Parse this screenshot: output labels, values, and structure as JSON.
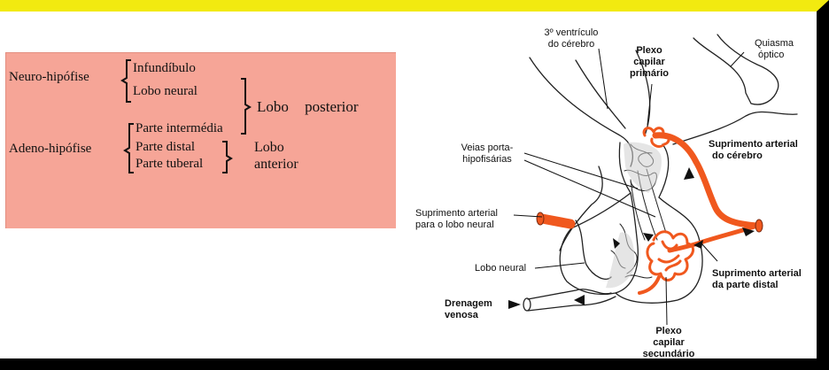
{
  "table": {
    "neuro": "Neuro-hipófise",
    "adeno": "Adeno-hipófise",
    "infundibulo": "Infundíbulo",
    "lobo_neural": "Lobo neural",
    "parte_intermedia": "Parte intermédia",
    "parte_distal": "Parte distal",
    "parte_tuberal": "Parte tuberal",
    "lobo_posterior": "Lobo posterior",
    "lobo_anterior_1": "Lobo",
    "lobo_anterior_2": "anterior"
  },
  "labels": {
    "ventriculo_1": "3º ventrículo",
    "ventriculo_2": "do cérebro",
    "plexo_primario_1": "Plexo",
    "plexo_primario_2": "capilar",
    "plexo_primario_3": "primário",
    "quiasma_1": "Quiasma",
    "quiasma_2": "óptico",
    "veias_1": "Veias porta-",
    "veias_2": "hipofisárias",
    "supr_cerebro_1": "Suprimento arterial",
    "supr_cerebro_2": "do cérebro",
    "supr_neural_1": "Suprimento arterial",
    "supr_neural_2": "para o lobo neural",
    "lobo_neural": "Lobo neural",
    "supr_distal_1": "Suprimento arterial",
    "supr_distal_2": "da parte distal",
    "drenagem_1": "Drenagem",
    "drenagem_2": "venosa",
    "plexo_secundario_1": "Plexo",
    "plexo_secundario_2": "capilar",
    "plexo_secundario_3": "secundário"
  },
  "colors": {
    "frame_top": "#f2ea10",
    "panel": "#f6a597",
    "artery": "#f0581e"
  }
}
